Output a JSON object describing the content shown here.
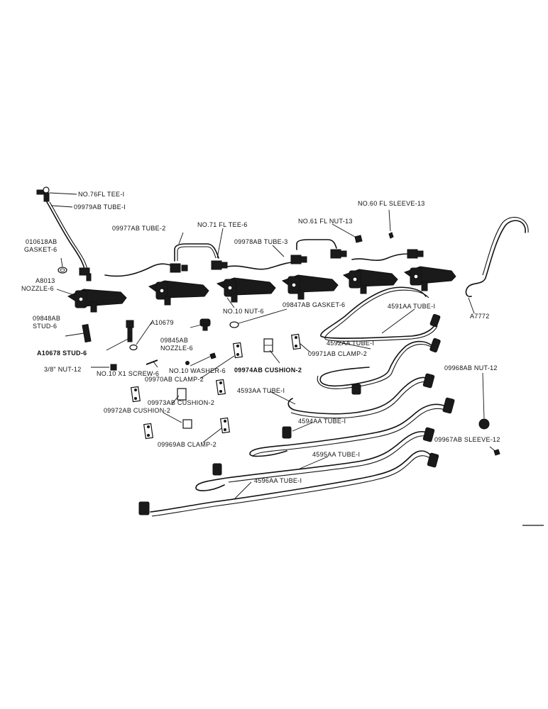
{
  "labels": {
    "tee_76": "NO.76FL TEE-I",
    "tube_09979": "09979AB TUBE-I",
    "tube_09977": "09977AB TUBE-2",
    "tee_71": "NO.71 FL TEE-6",
    "nut_61": "NO.61 FL NUT-13",
    "sleeve_60": "NO.60 FL SLEEVE-13",
    "gasket_010618": "010618AB",
    "gasket_010618b": "GASKET-6",
    "tube_09978": "09978AB TUBE-3",
    "nozzle_a8013a": "A8013",
    "nozzle_a8013b": "NOZZLE-6",
    "nut_no10": "NO.10 NUT-6",
    "gasket_09847": "09847AB GASKET-6",
    "tube_4591": "4591AA TUBE-I",
    "a7772": "A7772",
    "stud_09848a": "09848AB",
    "stud_09848b": "STUD-6",
    "a10679": "A10679",
    "nozzle_09845a": "09845AB",
    "nozzle_09845b": "NOZZLE-6",
    "tube_4592": "4592AA TUBE-I",
    "clamp_09971": "09971AB CLAMP-2",
    "stud_a10678": "A10678  STUD-6",
    "nut_38": "3/8\" NUT-12",
    "screw_no10": "NO.10 X1  SCREW-6",
    "washer_no10": "NO.10 WASHER-6",
    "cushion_09974": "09974AB CUSHION-2",
    "clamp_09970": "09970AB CLAMP-2",
    "nut_09968": "09968AB NUT-12",
    "tube_4593": "4593AA TUBE-I",
    "cushion_09973": "09973AB CUSHION-2",
    "cushion_09972": "09972AB CUSHION-2",
    "tube_4594": "4594AA TUBE-I",
    "clamp_09969": "09969AB CLAMP-2",
    "sleeve_09967": "09967AB SLEEVE-12",
    "tube_4595": "4595AA TUBE-I",
    "tube_4596": "4596AA TUBE-I"
  }
}
